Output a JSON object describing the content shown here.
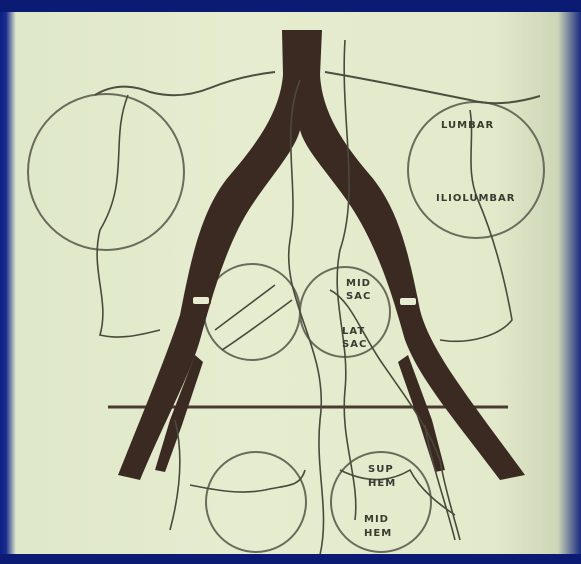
{
  "diagram": {
    "labels": {
      "lumbar": "LUMBAR",
      "iliolumbar": "ILIOLUMBAR",
      "mid_sac_1": "MID",
      "mid_sac_2": "SAC",
      "lat_sac_1": "LAT",
      "lat_sac_2": "SAC",
      "sup_hem_1": "SUP",
      "sup_hem_2": "HEM",
      "mid_hem_1": "MID",
      "mid_hem_2": "HEM"
    },
    "colors": {
      "background": "#e4ebcd",
      "vessel": "#3b2a22",
      "outline": "#5a5a4a",
      "frame": "#0b1a72"
    }
  }
}
